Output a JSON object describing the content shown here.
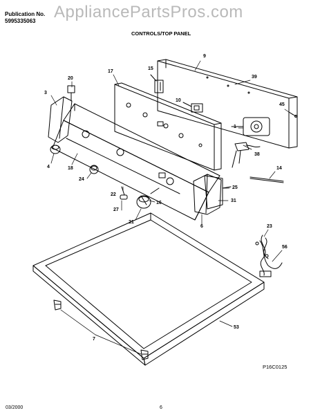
{
  "header": {
    "publication_label": "Publication No.",
    "publication_number": "5995335063",
    "watermark": "AppliancePartsPros.com",
    "section_title": "CONTROLS/TOP PANEL"
  },
  "part_labels": {
    "p9": "9",
    "p39": "39",
    "p15": "15",
    "p17": "17",
    "p20": "20",
    "p3": "3",
    "p10": "10",
    "p45": "45",
    "p1": "1",
    "p38": "38",
    "p14": "14",
    "p4": "4",
    "p18": "18",
    "p24": "24",
    "p25": "25",
    "p22": "22",
    "p31": "31",
    "p16": "16",
    "p27": "27",
    "p21": "21",
    "p6": "6",
    "p23": "23",
    "p56": "56",
    "p53": "53",
    "p7": "7"
  },
  "diagram_code": "P16C0125",
  "footer": {
    "date": "03/2000",
    "page": "6"
  }
}
